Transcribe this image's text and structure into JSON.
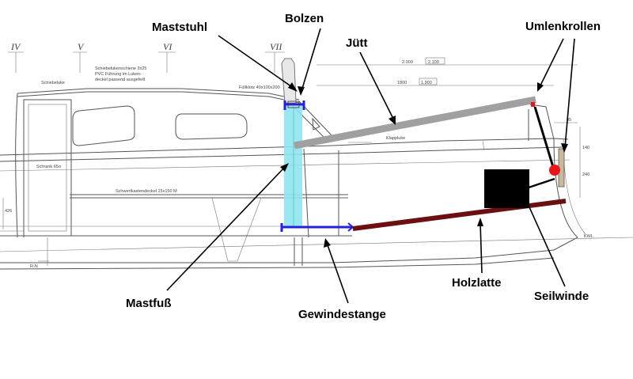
{
  "labels": {
    "maststuhl": "Maststuhl",
    "bolzen": "Bolzen",
    "juett": "Jütt",
    "umlenkrollen": "Umlenkrollen",
    "mastfuss": "Mastfuß",
    "gewindestange": "Gewindestange",
    "holzlatte": "Holzlatte",
    "seilwinde": "Seilwinde"
  },
  "drawing_text": {
    "section_iv": "IV",
    "section_v": "V",
    "section_vi": "VI",
    "section_vii": "VII",
    "dim_2000": "2.000",
    "dim_2100": "2.100",
    "dim_1800": "1800",
    "dim_1900": "1.900",
    "dim_95": "95",
    "dim_140": "140",
    "dim_240": "240",
    "dim_426": "426",
    "schiebeluke": "Schiebeluke",
    "schiebelukenschiene": "Schiebelukenschiene 3x25",
    "pvc_fuehrung": "PVC Führung im Luken-",
    "deckel_passend": "deckel passend ausgefeilt",
    "fuellklotz": "Füllklotz 40x100x200",
    "klappluke": "Klappluke",
    "schrank": "Schrank 65o",
    "schwertkasten": "Schwertkastendeckel 15x150 M",
    "kwl": "KWL",
    "rn": "R-N"
  },
  "colors": {
    "mast_cyan": "#8ee6ef",
    "jutt_gray": "#a0a0a0",
    "gewindestange_blue": "#2222dd",
    "holzlatte_brown": "#6b0f10",
    "seilwinde_black": "#000000",
    "pulley_red": "#e8161b"
  }
}
